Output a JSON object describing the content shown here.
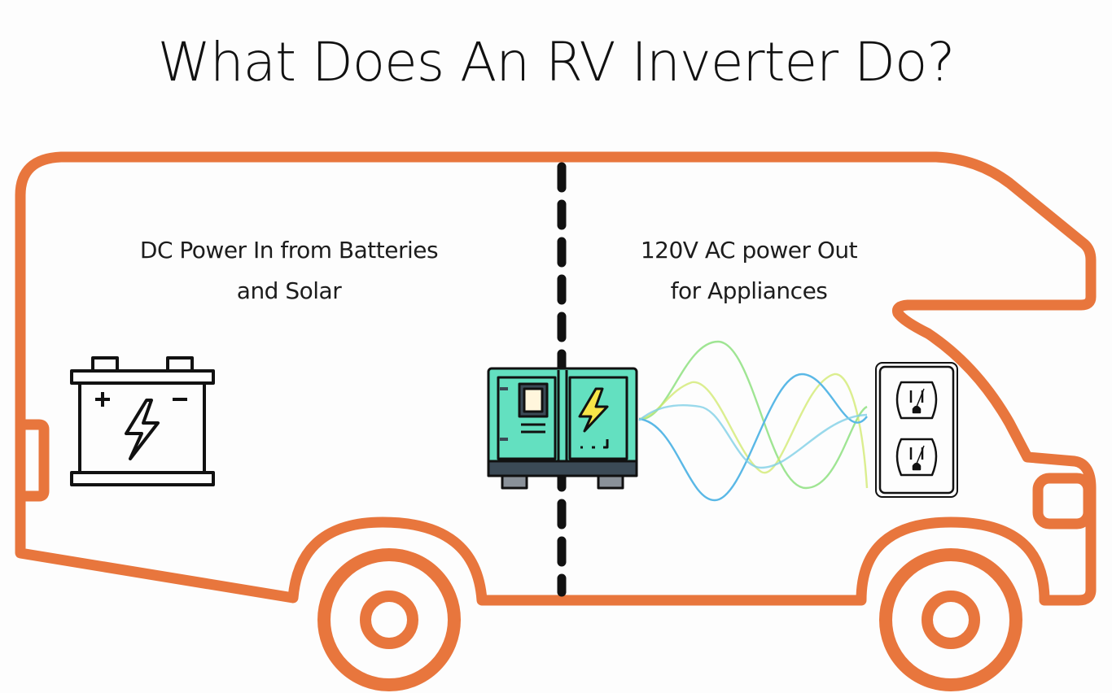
{
  "title": "What Does An RV Inverter Do?",
  "dc_caption": {
    "line1": "DC Power In from Batteries",
    "line2": "and Solar"
  },
  "ac_caption": {
    "line1": "120V AC power Out",
    "line2": "for Appliances"
  },
  "colors": {
    "rv_outline": "#e8763d",
    "inverter_body": "#63e0c0",
    "inverter_dark": "#3b4a56",
    "bolt": "#f7e548",
    "wave_blue": "#5ab8e6",
    "wave_green": "#8ee080",
    "ink": "#111111"
  },
  "icons": {
    "battery": "battery-icon",
    "inverter": "inverter-icon",
    "outlet": "outlet-icon",
    "sine": "sine-wave-icon"
  }
}
